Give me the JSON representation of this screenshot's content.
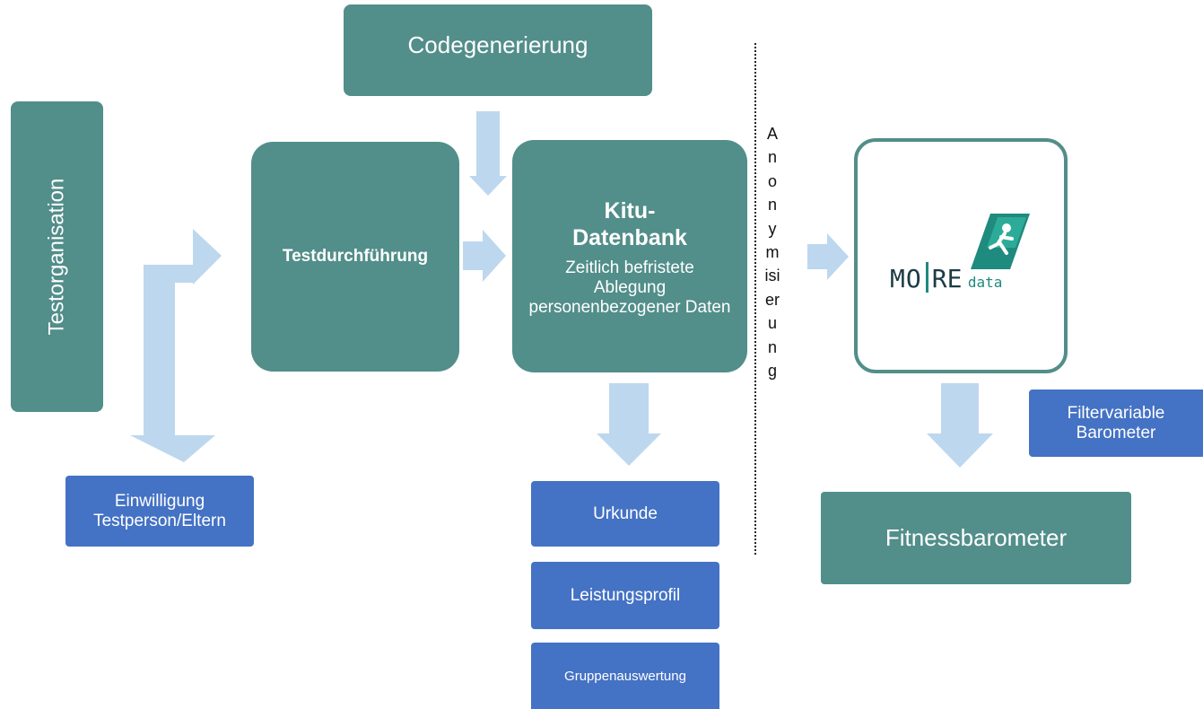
{
  "colors": {
    "teal": "#528e8a",
    "blue": "#4472c4",
    "arrow": "#bdd7ee"
  },
  "nodes": {
    "testorganisation": "Testorganisation",
    "codegenerierung": "Codegenerierung",
    "testdurchfuehrung": "Testdurchführung",
    "kitu_title": "Kitu-Datenbank",
    "kitu_desc": "Zeitlich befristete Ablegung personenbezogener Daten",
    "einwilligung": "Einwilligung Testperson/Eltern",
    "urkunde": "Urkunde",
    "leistungsprofil": "Leistungsprofil",
    "gruppenauswertung": "Gruppenauswertung",
    "filtervariable": "Filtervariable Barometer",
    "fitnessbarometer": "Fitnessbarometer"
  },
  "anonymisierung": "Anonymisierung",
  "logo": {
    "left": "MO",
    "right": "RE",
    "small": "data",
    "icon": "running-figure-icon"
  }
}
